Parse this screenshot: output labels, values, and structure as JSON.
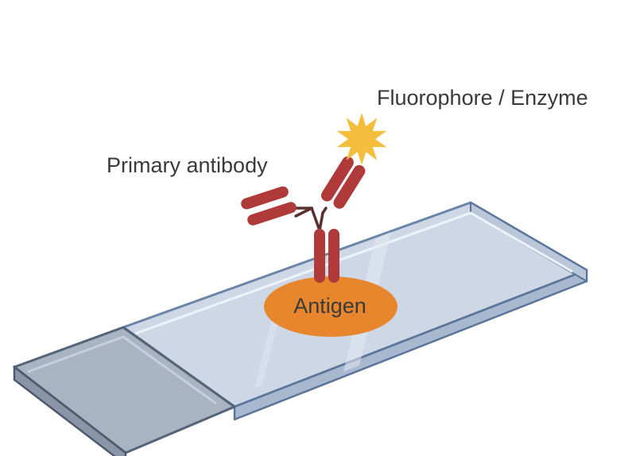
{
  "labels": {
    "fluorophore": "Fluorophore / Enzyme",
    "primary_antibody": "Primary antibody",
    "antigen": "Antigen"
  },
  "colors": {
    "antibody": "#b03a3a",
    "antibody_link": "#5a3030",
    "antigen": "#e8862e",
    "fluorophore": "#f4bd3c",
    "slide_top": "#cbd6e4",
    "slide_edge": "#5878a0",
    "frosted_end": "#a9b4c2"
  },
  "icons": {
    "fluorophore": "starburst-icon",
    "antibody": "y-shaped-antibody-icon",
    "slide": "microscope-slide-icon"
  }
}
